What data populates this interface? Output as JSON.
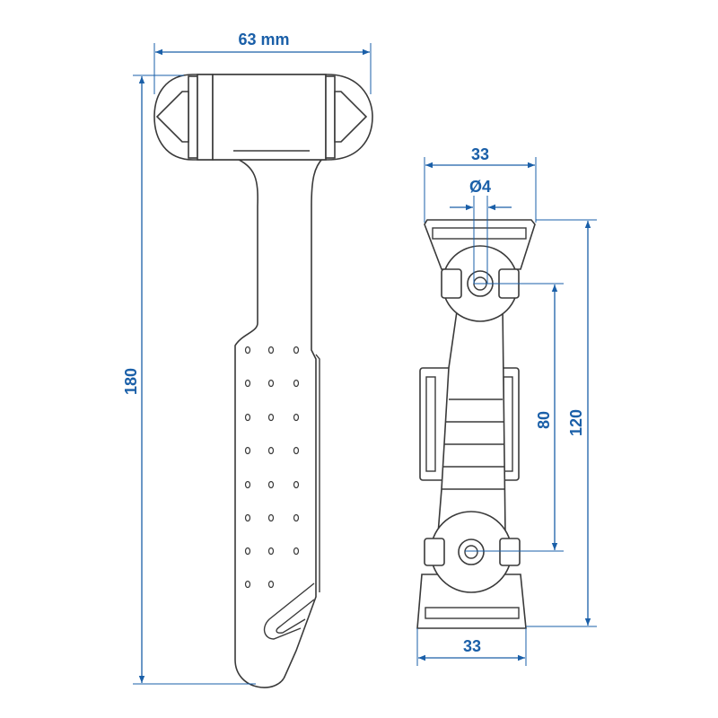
{
  "dimensions": {
    "hammer_width": "63 mm",
    "hammer_length": "180",
    "bracket_top_width": "33",
    "hole_diameter": "Ø4",
    "bracket_height": "120",
    "hole_spacing": "80",
    "bracket_bottom_width": "33"
  },
  "colors": {
    "dimension": "#1a5fa8",
    "outline": "#3a3a3a"
  }
}
